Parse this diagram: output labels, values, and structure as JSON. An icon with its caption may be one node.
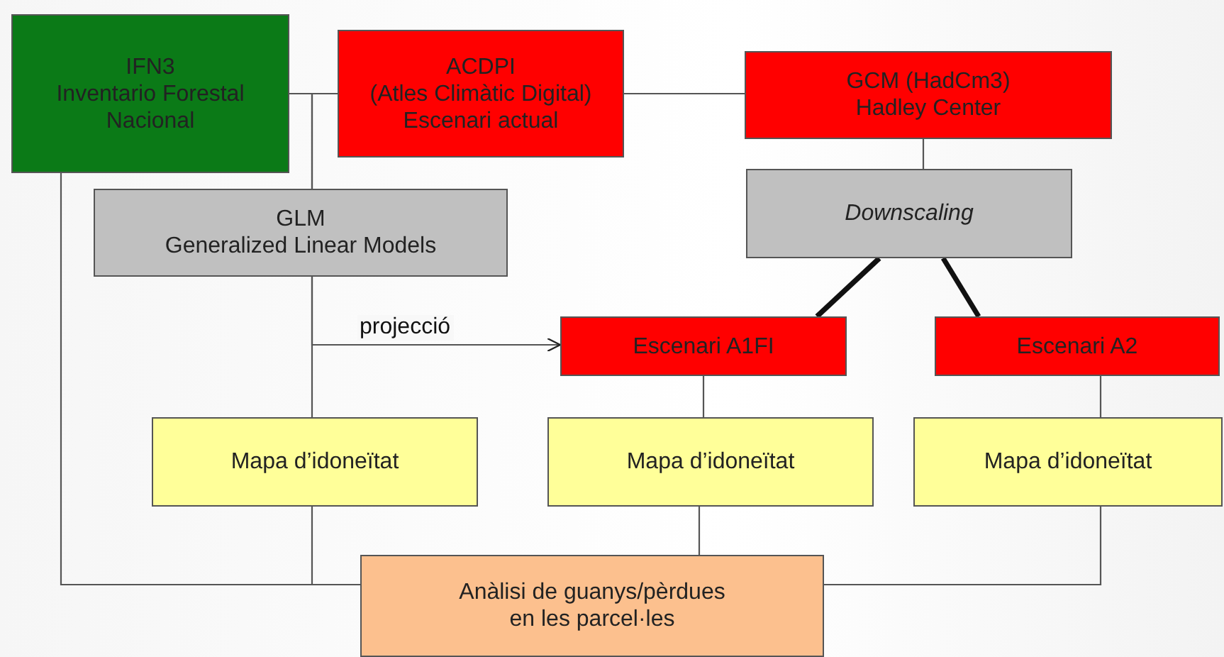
{
  "diagram": {
    "nodes": [
      {
        "text": [
          "IFN3",
          "Inventario Forestal Nacional"
        ]
      },
      {
        "text": [
          "ACDPI",
          "(Atles Climàtic Digital)",
          "Escenari actual"
        ]
      },
      {
        "text": [
          "GCM (HadCm3)",
          "Hadley Center"
        ]
      },
      {
        "text": [
          "GLM",
          "Generalized Linear Models"
        ]
      },
      {
        "text": [
          "Downscaling"
        ]
      },
      {
        "text": [
          "Escenari A1FI"
        ]
      },
      {
        "text": [
          "Escenari A2"
        ]
      },
      {
        "text": [
          "Mapa d’idoneïtat"
        ]
      },
      {
        "text": [
          "Mapa d’idoneïtat"
        ]
      },
      {
        "text": [
          "Mapa d’idoneïtat"
        ]
      },
      {
        "text": [
          "Anàlisi de guanys/pèrdues en les parcel·les"
        ]
      }
    ],
    "edges": [
      {
        "from": 0,
        "to": 1,
        "arrow": "none"
      },
      {
        "from": 1,
        "to": 2,
        "arrow": "none"
      },
      {
        "from": 0,
        "to": 3,
        "arrow": "none"
      },
      {
        "from": 1,
        "to": 3,
        "arrow": "none"
      },
      {
        "from": 2,
        "to": 4,
        "arrow": "none"
      },
      {
        "from": 4,
        "to": 5,
        "arrow": "none",
        "style": "thick"
      },
      {
        "from": 4,
        "to": 6,
        "arrow": "none",
        "style": "thick"
      },
      {
        "from": 3,
        "to": 5,
        "arrow": "to",
        "label": "projecció"
      },
      {
        "from": 3,
        "to": 7,
        "arrow": "none"
      },
      {
        "from": 5,
        "to": 8,
        "arrow": "none"
      },
      {
        "from": 6,
        "to": 9,
        "arrow": "none"
      },
      {
        "from": 0,
        "to": 10,
        "arrow": "none"
      },
      {
        "from": 7,
        "to": 10,
        "arrow": "none"
      },
      {
        "from": 8,
        "to": 10,
        "arrow": "none"
      },
      {
        "from": 9,
        "to": 10,
        "arrow": "none"
      }
    ]
  }
}
